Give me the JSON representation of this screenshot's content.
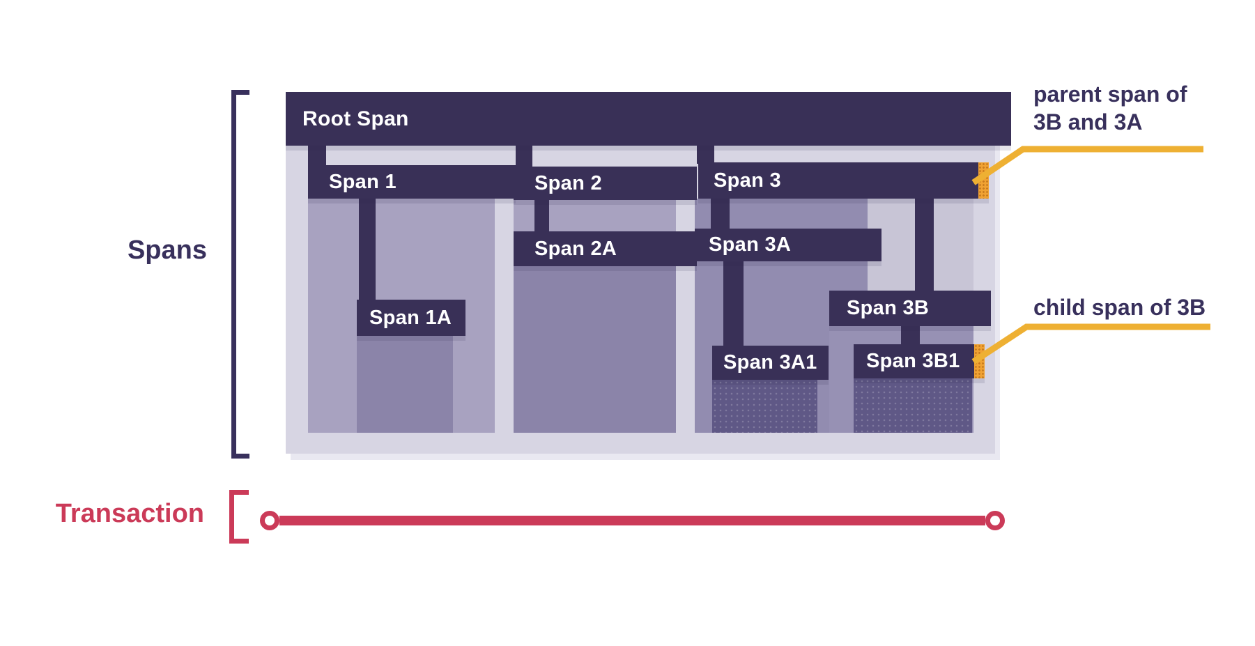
{
  "labels": {
    "spans": "Spans",
    "transaction": "Transaction"
  },
  "spans": {
    "root": "Root Span",
    "span1": "Span 1",
    "span1a": "Span 1A",
    "span2": "Span 2",
    "span2a": "Span 2A",
    "span3": "Span 3",
    "span3a": "Span 3A",
    "span3a1": "Span 3A1",
    "span3b": "Span 3B",
    "span3b1": "Span 3B1"
  },
  "annotations": {
    "parent_line1": "parent span of",
    "parent_line2": "3B and 3A",
    "child": "child span of 3B"
  },
  "colors": {
    "bar-dark": "#393057",
    "panel": "#d7d5e3",
    "panel-shadow": "#e9e8f1",
    "fill-span1": "#a8a2c0",
    "fill-span2": "#a8a2c0",
    "fill-child": "#8b84a9",
    "fill-span3": "#c8c5d6",
    "fill-span3a": "#928cb0",
    "fill-span3b": "#9791b4",
    "fill-dark-dotted": "#5f5886",
    "orange": "#f0a233",
    "orange-dot": "#c87b1e",
    "yellow": "#eeb033",
    "navy": "#38305c",
    "crimson": "#cb3a58",
    "text-light": "#ffffff"
  }
}
